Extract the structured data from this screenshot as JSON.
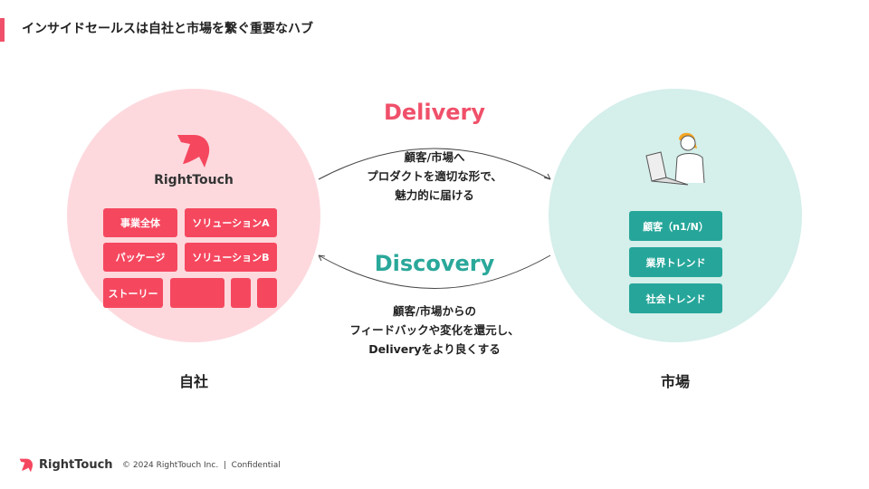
{
  "header": {
    "title": "インサイドセールスは自社と市場を繋ぐ重要なハブ"
  },
  "left": {
    "logo_text": "RightTouch",
    "boxes": [
      "事業全体",
      "ソリューションA",
      "パッケージ",
      "ソリューションB",
      "ストーリー"
    ],
    "label": "自社"
  },
  "right": {
    "boxes": [
      "顧客（n1/N）",
      "業界トレンド",
      "社会トレンド"
    ],
    "label": "市場"
  },
  "delivery": {
    "title": "Delivery",
    "lines": [
      "顧客/市場へ",
      "プロダクトを適切な形で、",
      "魅力的に届ける"
    ]
  },
  "discovery": {
    "title": "Discovery",
    "lines": [
      "顧客/市場からの",
      "フィードバックや変化を還元し、",
      "Deliveryをより良くする"
    ]
  },
  "footer": {
    "logo_text": "RightTouch",
    "copyright": "© 2024 RightTouch Inc.  |  Confidential"
  },
  "colors": {
    "accent": "#f0506a",
    "teal": "#26a69a"
  }
}
